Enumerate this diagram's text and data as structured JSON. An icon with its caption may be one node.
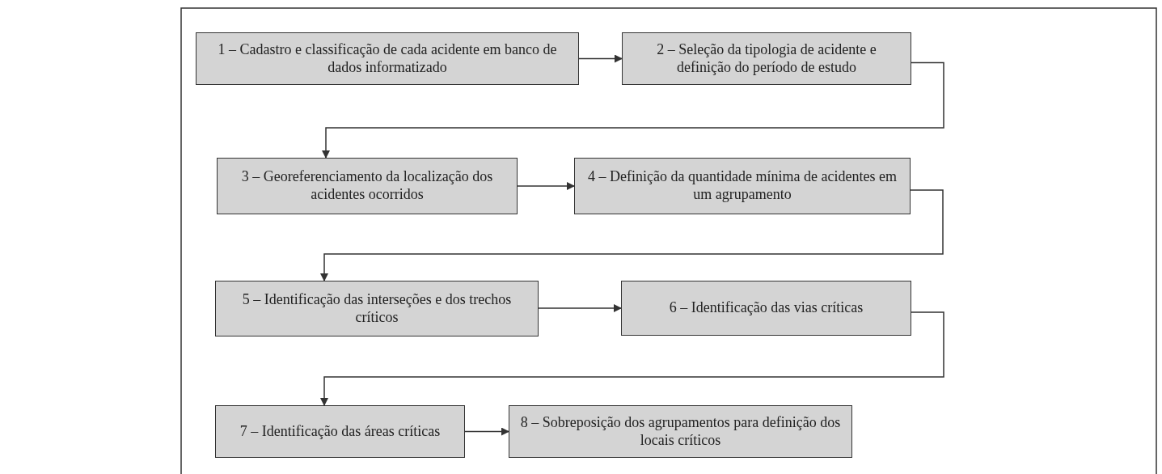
{
  "diagram": {
    "nodes": [
      {
        "text": [
          "1 – Cadastro e classificação de cada acidente em banco de dados informatizado"
        ]
      },
      {
        "text": [
          "2 – Seleção da tipologia de acidente e definição do período de estudo"
        ]
      },
      {
        "text": [
          "3 – Georeferenciamento da localização dos acidentes ocorridos"
        ]
      },
      {
        "text": [
          "4 – Definição da quantidade mínima de acidentes em um agrupamento"
        ]
      },
      {
        "text": [
          "5 – Identificação das interseções e dos trechos críticos"
        ]
      },
      {
        "text": [
          "6 – Identificação das vias críticas"
        ]
      },
      {
        "text": [
          "7 – Identificação das áreas críticas"
        ]
      },
      {
        "text": [
          "8 – Sobreposição dos agrupamentos para definição dos locais críticos"
        ]
      }
    ],
    "edges": [
      {
        "from": 0,
        "to": 1,
        "arrow": "to"
      },
      {
        "from": 1,
        "to": 2,
        "arrow": "to"
      },
      {
        "from": 2,
        "to": 3,
        "arrow": "to"
      },
      {
        "from": 3,
        "to": 4,
        "arrow": "to"
      },
      {
        "from": 4,
        "to": 5,
        "arrow": "to"
      },
      {
        "from": 5,
        "to": 6,
        "arrow": "to"
      },
      {
        "from": 6,
        "to": 7,
        "arrow": "to"
      }
    ]
  }
}
